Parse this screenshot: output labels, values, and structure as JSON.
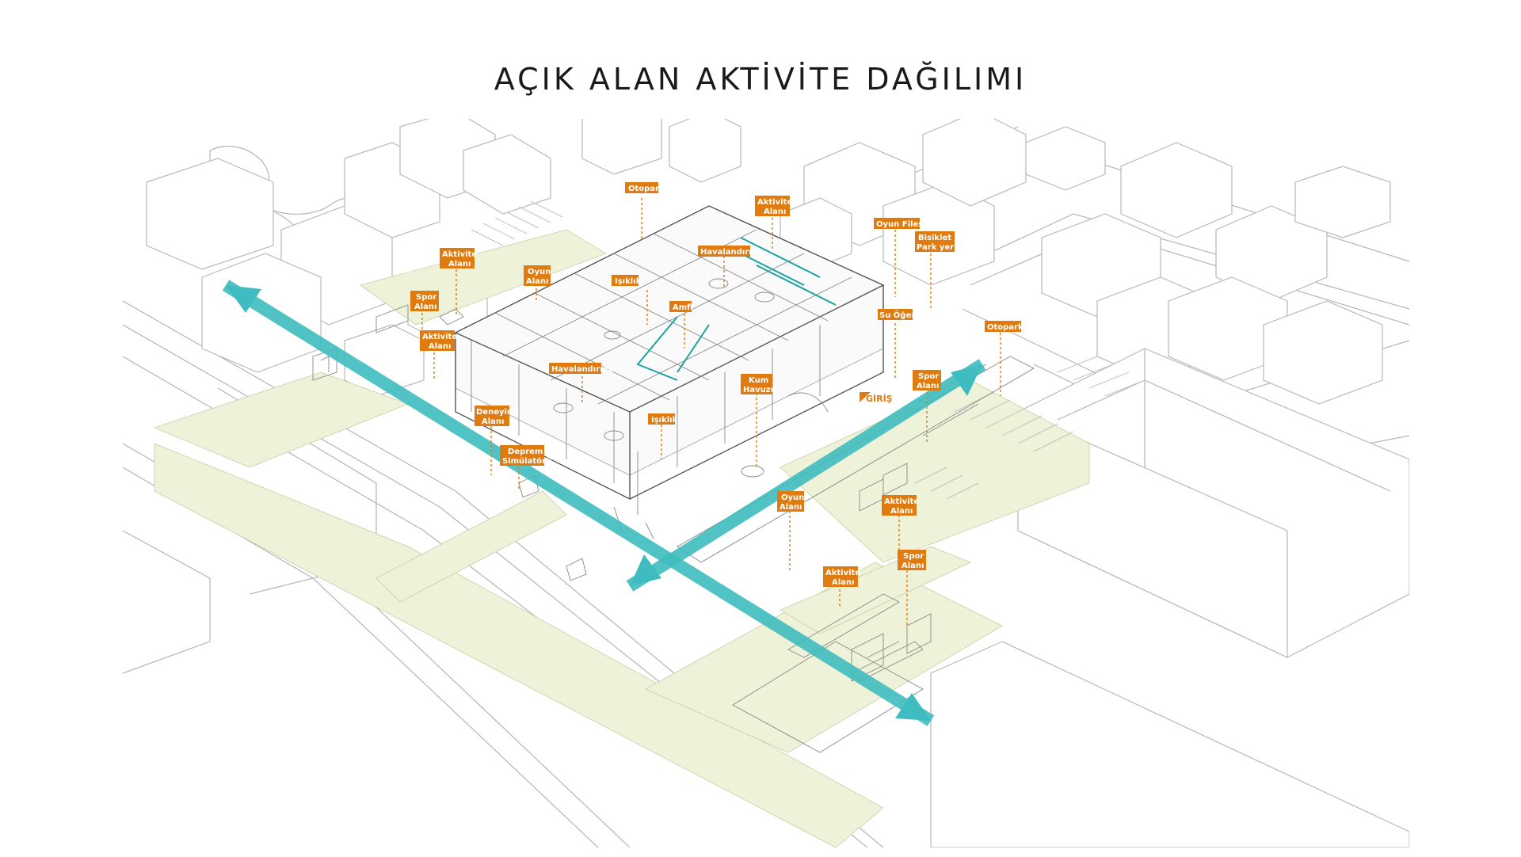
{
  "title": "AÇIK ALAN AKTİVİTE DAĞILIMI",
  "colors": {
    "label_bg": "#e07b10",
    "arrow": "#3fbcbf",
    "green_area": "#eef2d8",
    "lines": "#b5b5b5"
  },
  "labels": {
    "otopark_nw": "Otopark",
    "aktivite_top_1": "Aktivite",
    "aktivite_top_2": "Alanı",
    "oyun_filesi": "Oyun Filesi",
    "bisiklet_1": "Bisiklet",
    "bisiklet_2": "Park yeri",
    "aktivite_w_1": "Aktivite",
    "aktivite_w_2": "Alanı",
    "oyun_w_1": "Oyun",
    "oyun_w_2": "Alanı",
    "havalandirma_1": "Havalandırma",
    "isiklik_1": "Işıklık",
    "spor_w_1": "Spor",
    "spor_w_2": "Alanı",
    "amfi": "Amfi",
    "su_ogesi": "Su Öğesi",
    "aktivite_w2_1": "Aktivite",
    "aktivite_w2_2": "Alanı",
    "giris": "GİRİŞ",
    "otopark_e": "Otopark",
    "havalandirma_2": "Havalandırma",
    "kum_1": "Kum",
    "kum_2": "Havuzu",
    "spor_e_1": "Spor",
    "spor_e_2": "Alanı",
    "deneyim_1": "Deneyim",
    "deneyim_2": "Alanı",
    "isiklik_2": "Işıklık",
    "deprem_1": "Deprem",
    "deprem_2": "Simülatörü",
    "oyun_s_1": "Oyun",
    "oyun_s_2": "Alanı",
    "aktivite_s_1": "Aktivite",
    "aktivite_s_2": "Alanı",
    "spor_s_1": "Spor",
    "spor_s_2": "Alanı",
    "aktivite_s2_1": "Aktivite",
    "aktivite_s2_2": "Alanı"
  }
}
